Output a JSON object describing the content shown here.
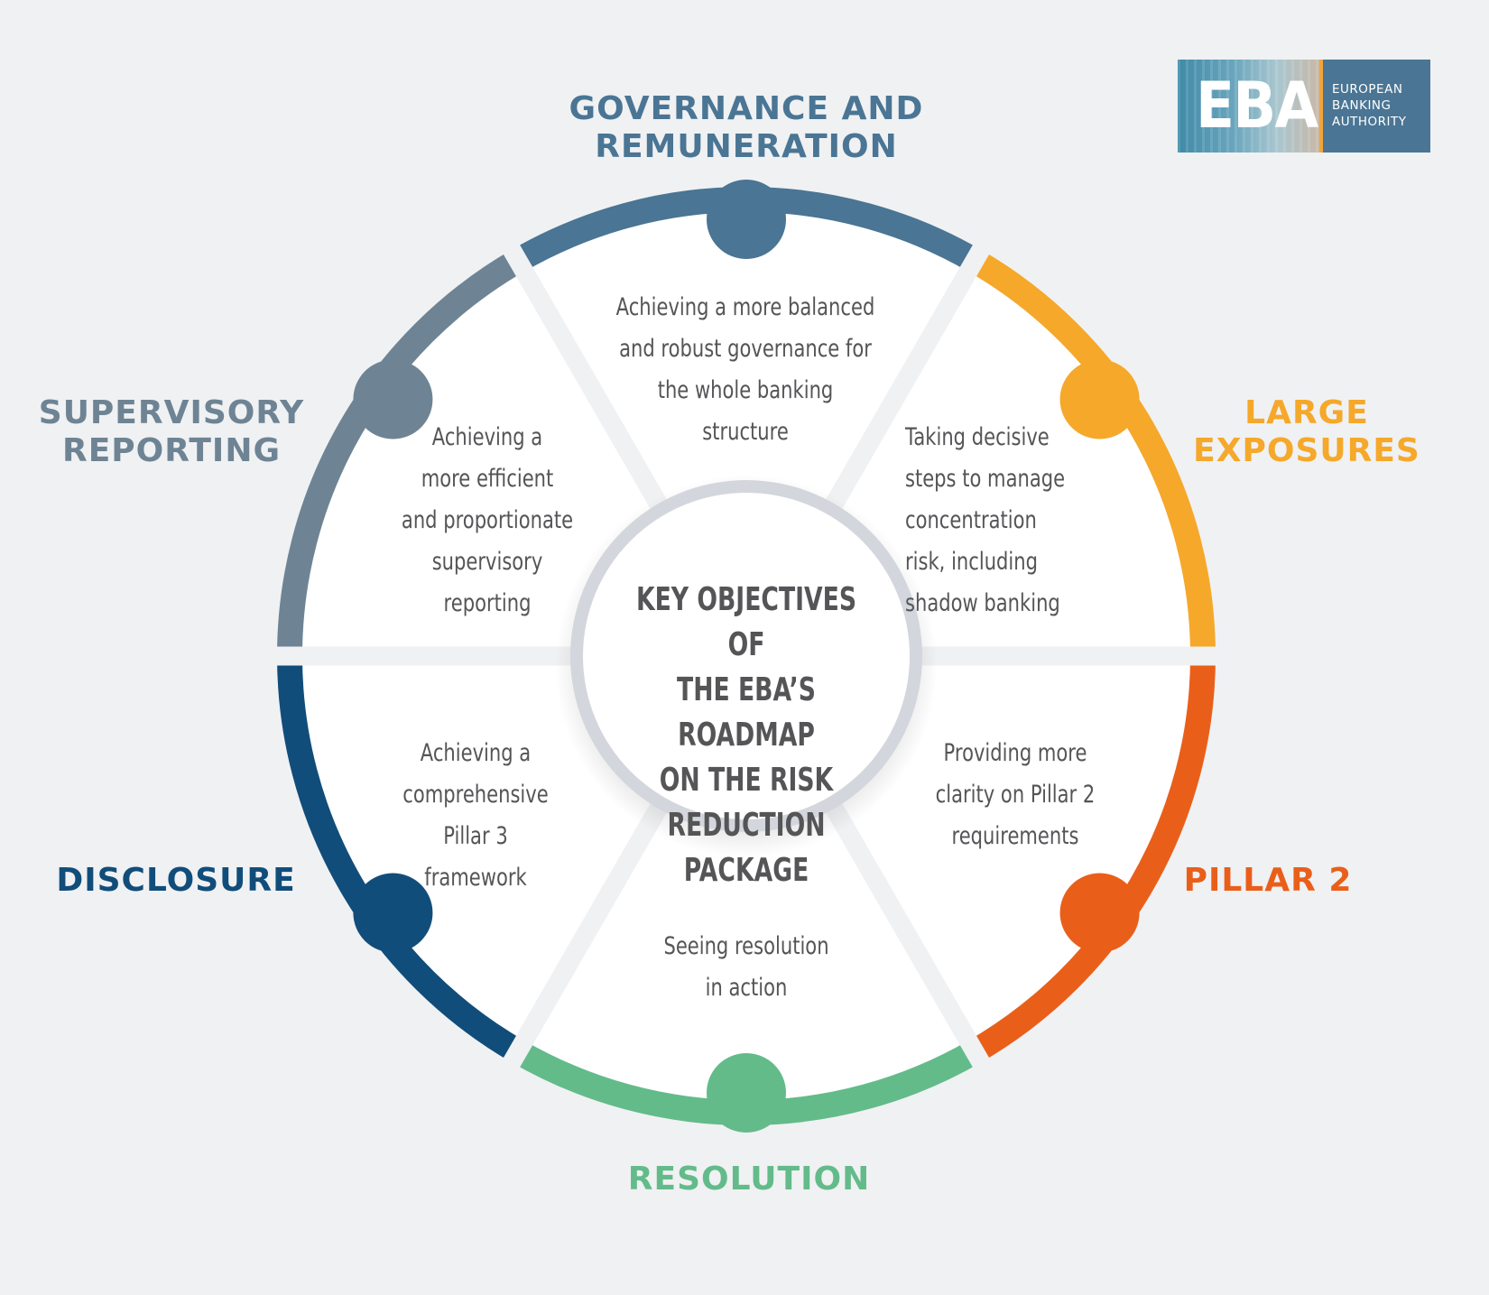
{
  "center": {
    "title": "KEY OBJECTIVES OF\nTHE EBA’S ROADMAP\nON THE RISK\nREDUCTION PACKAGE"
  },
  "logo": {
    "abbreviation": "EBA",
    "name_lines": [
      "EUROPEAN",
      "BANKING",
      "AUTHORITY"
    ]
  },
  "segments": [
    {
      "id": "governance",
      "label": "GOVERNANCE AND\nREMUNERATION",
      "objective": "Achieving a more balanced\nand robust governance for\nthe whole banking\nstructure",
      "color": "#4a7594",
      "position": "top"
    },
    {
      "id": "large-exposures",
      "label": "LARGE\nEXPOSURES",
      "objective": "Taking decisive\nsteps to manage\nconcentration\nrisk, including\nshadow banking",
      "color": "#f5a82a",
      "position": "upper-right"
    },
    {
      "id": "pillar-2",
      "label": "PILLAR 2",
      "objective": "Providing more\nclarity on Pillar 2\nrequirements",
      "color": "#e95f1a",
      "position": "lower-right"
    },
    {
      "id": "resolution",
      "label": "RESOLUTION",
      "objective": "Seeing resolution\nin action",
      "color": "#63bb8a",
      "position": "bottom"
    },
    {
      "id": "disclosure",
      "label": "DISCLOSURE",
      "objective": "Achieving a\ncomprehensive\nPillar 3\nframework",
      "color": "#114d7a",
      "position": "lower-left"
    },
    {
      "id": "supervisory-reporting",
      "label": "SUPERVISORY\nREPORTING",
      "objective": "Achieving a\nmore efficient\nand proportionate\nsupervisory\nreporting",
      "color": "#6e8494",
      "position": "upper-left"
    }
  ]
}
